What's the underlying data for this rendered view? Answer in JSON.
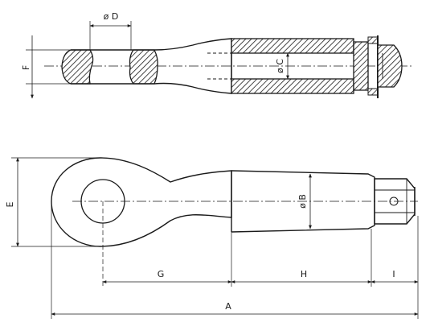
{
  "diagram": {
    "dimension_labels": {
      "phi_d": "ø D",
      "f": "F",
      "phi_c": "ø C",
      "e": "E",
      "phi_b": "ø B",
      "g": "G",
      "h": "H",
      "i": "I",
      "a": "A"
    }
  }
}
